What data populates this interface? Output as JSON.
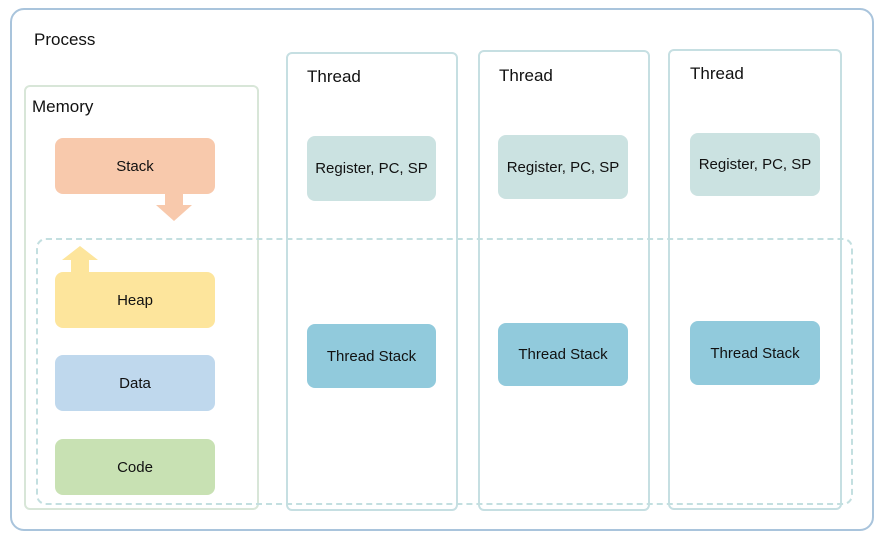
{
  "process": {
    "title": "Process"
  },
  "memory": {
    "title": "Memory",
    "stack": "Stack",
    "heap": "Heap",
    "data": "Data",
    "code": "Code"
  },
  "threads": [
    {
      "title": "Thread",
      "registers": "Register, PC, SP",
      "stack": "Thread Stack"
    },
    {
      "title": "Thread",
      "registers": "Register, PC, SP",
      "stack": "Thread Stack"
    },
    {
      "title": "Thread",
      "registers": "Register, PC, SP",
      "stack": "Thread Stack"
    }
  ],
  "colors": {
    "process_border": "#a9c4dc",
    "memory_border": "#d8e6d8",
    "thread_border": "#c6dfe2",
    "shared_region_border": "#c3dfe0",
    "stack": "#f8c9ac",
    "heap": "#fde59c",
    "data": "#bfd8ed",
    "code": "#c8e1b3",
    "registers": "#cbe2e1",
    "thread_stack": "#91cadc"
  }
}
